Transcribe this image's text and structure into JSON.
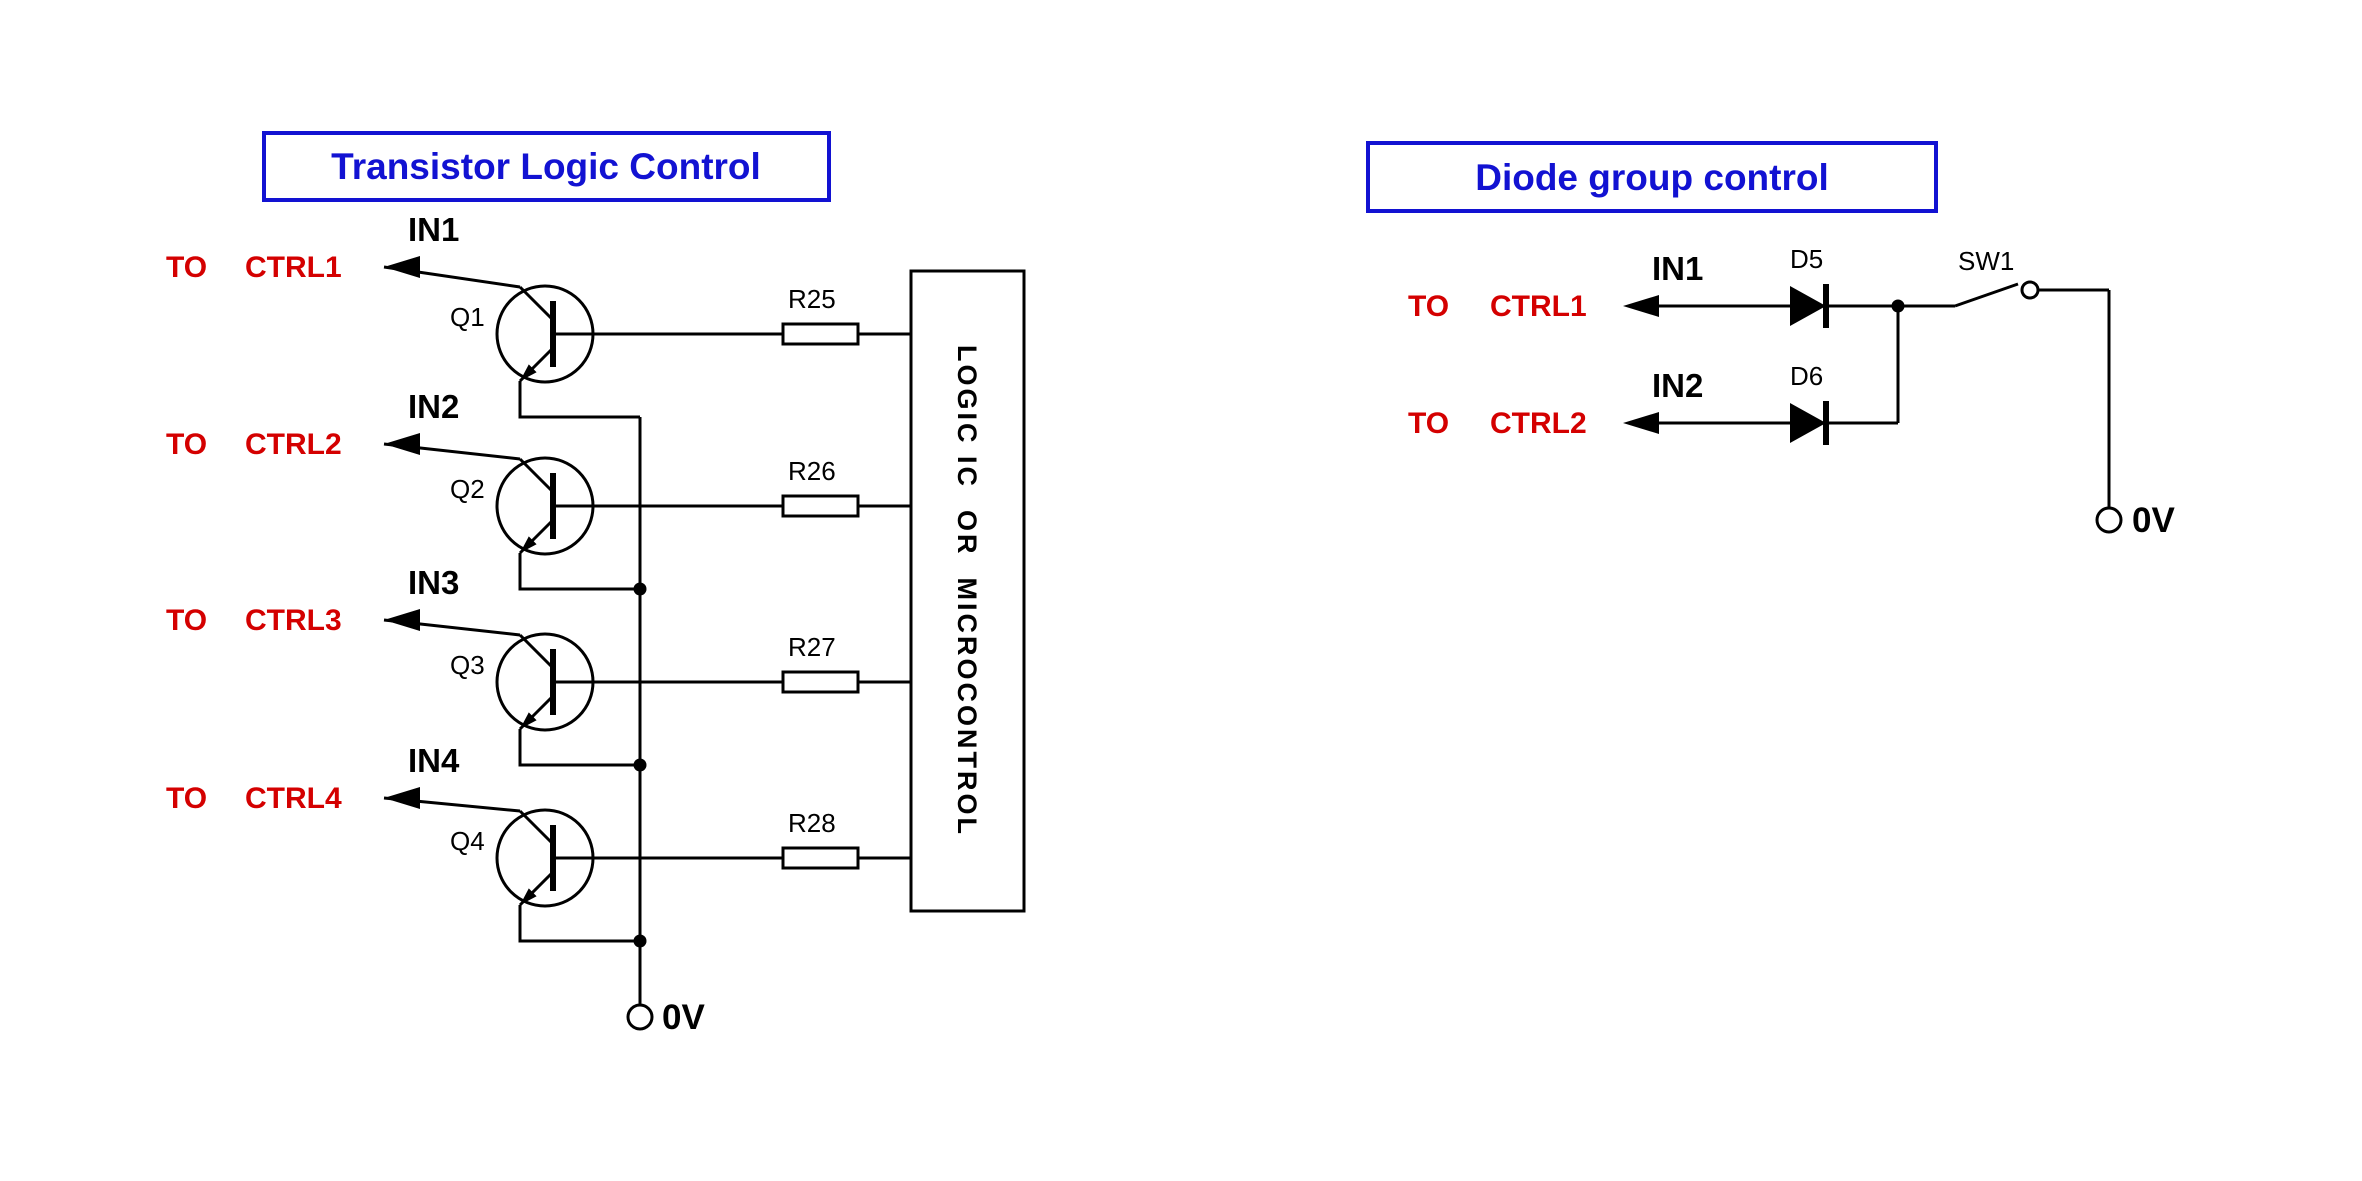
{
  "colors": {
    "accent_blue": "#1212d2",
    "label_red": "#d40000",
    "line_black": "#000000"
  },
  "left": {
    "title": "Transistor Logic Control",
    "ic_label": "LOGIC IC  OR  MICROCONTROL",
    "ground": "0V",
    "channels": [
      {
        "to": "TO",
        "ctrl": "CTRL1",
        "in": "IN1",
        "q": "Q1",
        "r": "R25"
      },
      {
        "to": "TO",
        "ctrl": "CTRL2",
        "in": "IN2",
        "q": "Q2",
        "r": "R26"
      },
      {
        "to": "TO",
        "ctrl": "CTRL3",
        "in": "IN3",
        "q": "Q3",
        "r": "R27"
      },
      {
        "to": "TO",
        "ctrl": "CTRL4",
        "in": "IN4",
        "q": "Q4",
        "r": "R28"
      }
    ]
  },
  "right": {
    "title": "Diode group control",
    "switch": "SW1",
    "ground": "0V",
    "channels": [
      {
        "to": "TO",
        "ctrl": "CTRL1",
        "in": "IN1",
        "d": "D5"
      },
      {
        "to": "TO",
        "ctrl": "CTRL2",
        "in": "IN2",
        "d": "D6"
      }
    ]
  }
}
